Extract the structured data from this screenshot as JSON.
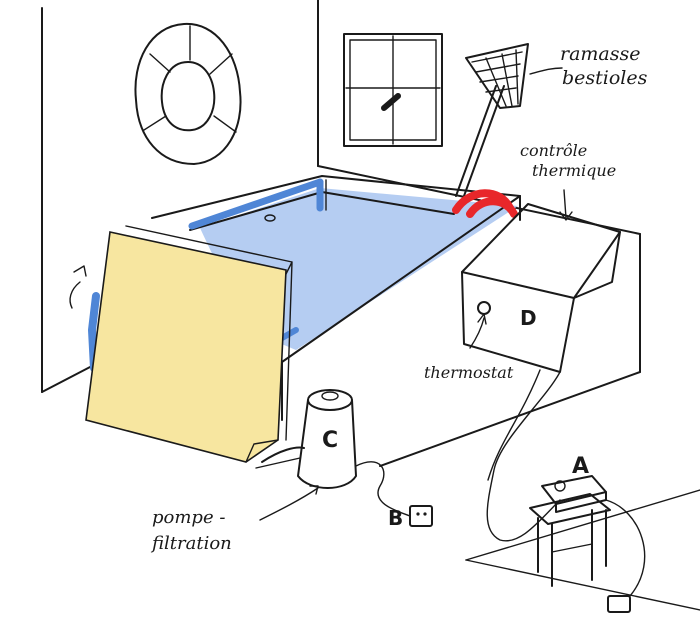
{
  "labels": {
    "bug_net_line1": "ramasse",
    "bug_net_line2": "bestioles",
    "thermal_line1": "contrôle",
    "thermal_line2": "thermique",
    "thermostat": "thermostat",
    "pump_line1": "pompe -",
    "pump_line2": "filtration",
    "letter_a": "A",
    "letter_b": "B",
    "letter_c": "C",
    "letter_d": "D"
  },
  "colors": {
    "ink": "#1a1a1a",
    "water": "#b5cdf2",
    "pipe_blue": "#4f86d6",
    "solar_panel": "#f7e6a0",
    "heater_red": "#e8272a"
  },
  "icons": [
    "life-ring-icon",
    "bug-net-icon",
    "power-socket-icon",
    "timer-box-icon"
  ]
}
